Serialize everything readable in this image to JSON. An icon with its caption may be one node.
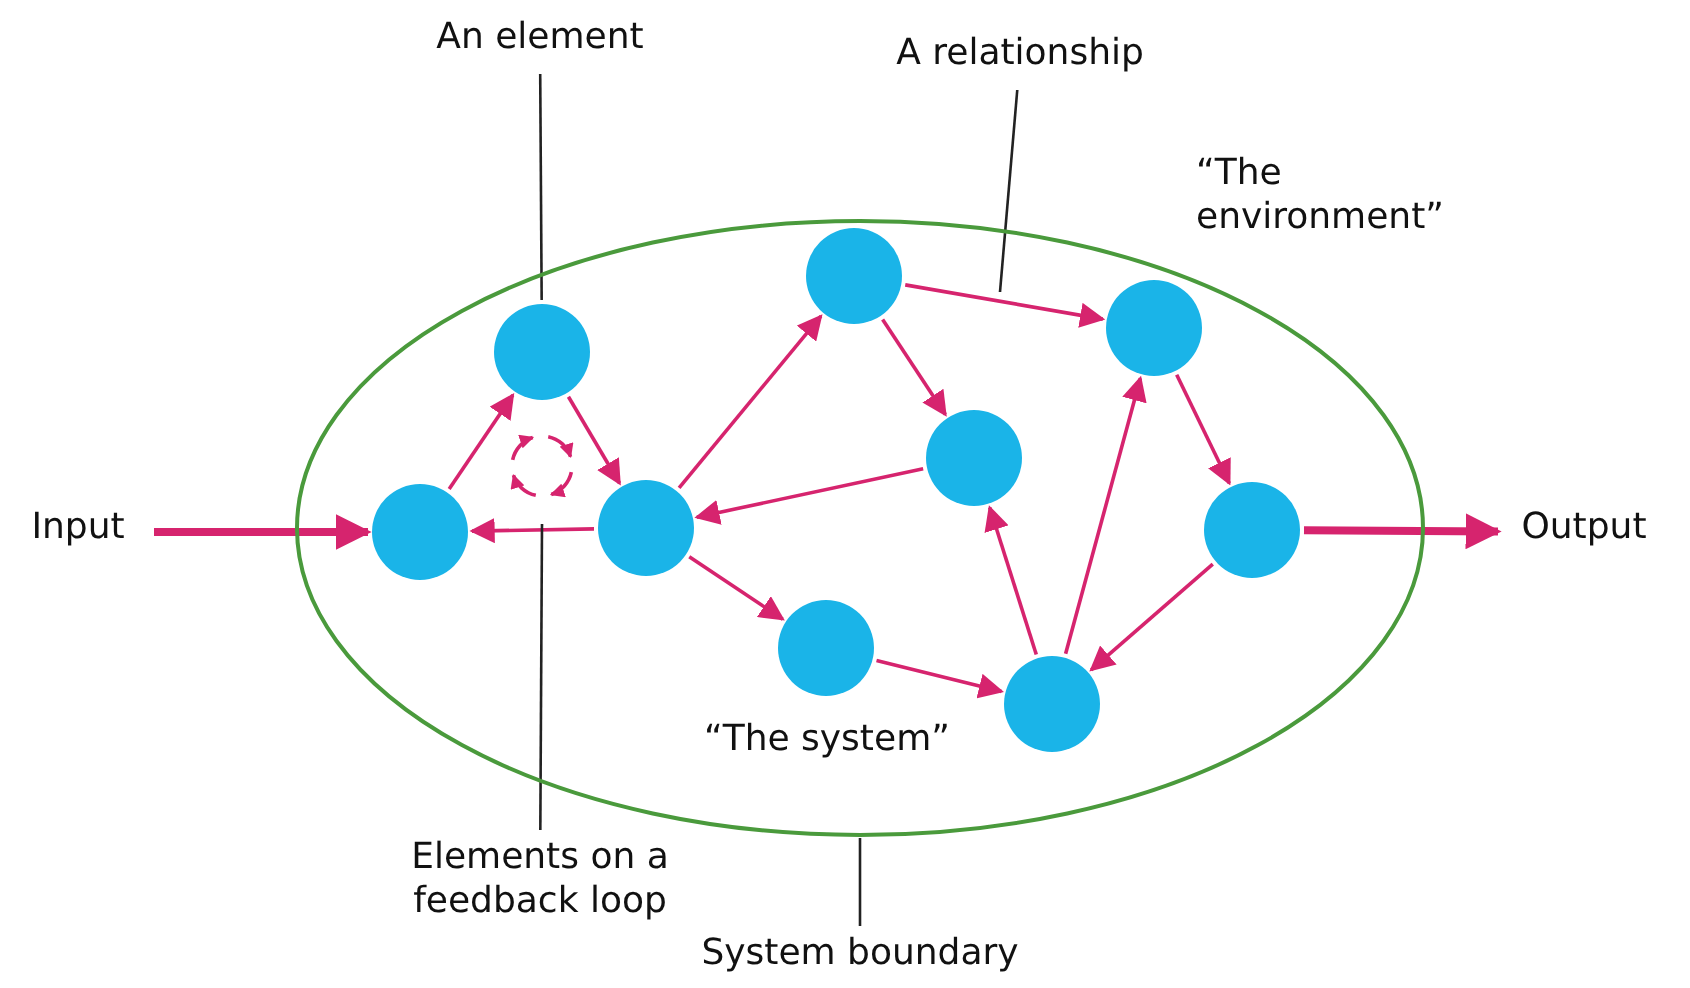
{
  "diagram": {
    "nodes": [
      {
        "text": [
          "“The system”"
        ]
      },
      {
        "text": [
          "An element"
        ]
      },
      {
        "text": [
          "A relationship"
        ]
      },
      {
        "text": [
          "Input"
        ]
      },
      {
        "text": [],
        "shape": "circle",
        "in": 0
      },
      {
        "text": [],
        "shape": "circle",
        "in": 0
      },
      {
        "text": [],
        "shape": "circle",
        "in": 0
      },
      {
        "text": [],
        "shape": "circle",
        "in": 0
      },
      {
        "text": [],
        "shape": "circle",
        "in": 0
      },
      {
        "text": [],
        "shape": "circle",
        "in": 0
      },
      {
        "text": [],
        "shape": "circle",
        "in": 0
      },
      {
        "text": [],
        "shape": "circle",
        "in": 0
      },
      {
        "text": [],
        "shape": "circle",
        "in": 0
      },
      {
        "text": [
          "Elements on a feedback loop"
        ]
      },
      {
        "text": [
          "System boundary"
        ]
      },
      {
        "text": [
          "Output"
        ]
      }
    ],
    "edges": [
      {
        "from": 3,
        "to": 4,
        "arrow": "to",
        "style": "thick"
      },
      {
        "from": 4,
        "to": 5,
        "arrow": "to"
      },
      {
        "from": 5,
        "to": 6,
        "arrow": "to"
      },
      {
        "from": 6,
        "to": 4,
        "arrow": "to"
      },
      {
        "from": 6,
        "to": 8,
        "arrow": "to"
      },
      {
        "from": 8,
        "to": 9,
        "arrow": "to"
      },
      {
        "from": 8,
        "to": 11,
        "arrow": "to"
      },
      {
        "from": 9,
        "to": 6,
        "arrow": "to"
      },
      {
        "from": 6,
        "to": 7,
        "arrow": "to"
      },
      {
        "from": 7,
        "to": 10,
        "arrow": "to"
      },
      {
        "from": 10,
        "to": 9,
        "arrow": "to"
      },
      {
        "from": 10,
        "to": 11,
        "arrow": "to"
      },
      {
        "from": 11,
        "to": 12,
        "arrow": "to"
      },
      {
        "from": 12,
        "to": 10,
        "arrow": "to"
      },
      {
        "from": 12,
        "to": 15,
        "arrow": "to",
        "style": "thick"
      },
      {
        "from": 1,
        "to": 5,
        "arrow": "none",
        "color": "#222222"
      },
      {
        "from": 2,
        "to": null,
        "arrow": "none",
        "color": "#222222"
      },
      {
        "from": 13,
        "to": null,
        "arrow": "none",
        "color": "#222222"
      },
      {
        "from": 14,
        "to": 0,
        "arrow": "none",
        "color": "#222222"
      }
    ],
    "labels": [
      "“The environment”"
    ]
  }
}
